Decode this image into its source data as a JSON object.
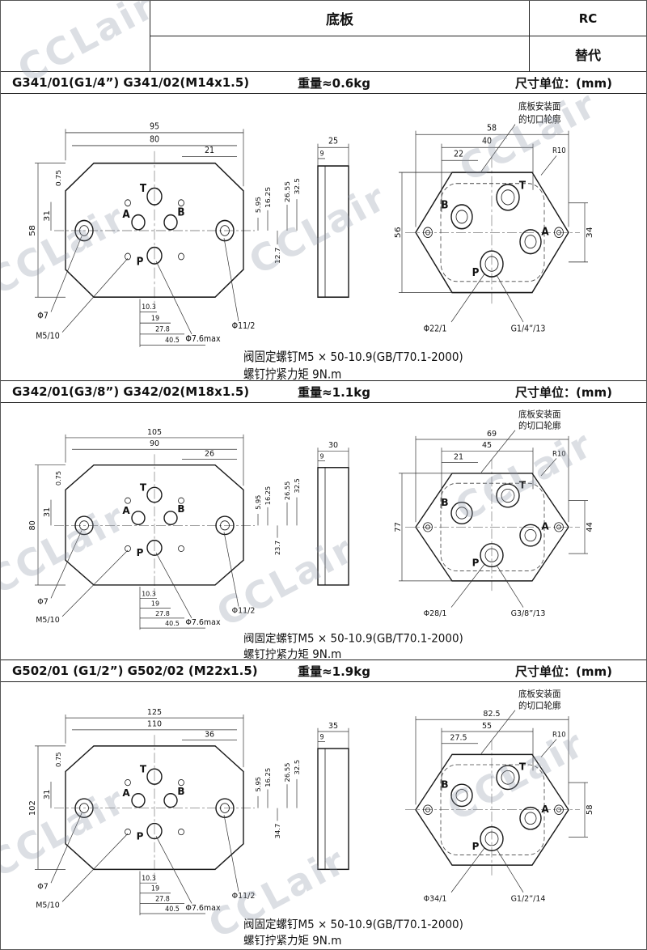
{
  "watermark": "CCLair",
  "header": {
    "title": "底板",
    "code": "RC",
    "replace": "替代"
  },
  "sections": [
    {
      "model": "G341/01(G1/4”)  G341/02(M14x1.5)",
      "weight": "重量≈0.6kg",
      "unit": "尺寸单位：(mm)",
      "note1": "阀固定螺钉M5 × 50-10.9(GB/T70.1-2000)",
      "note2": "螺钉拧紧力矩 9N.m",
      "front": {
        "dim_width": "95",
        "dim_inner": "80",
        "dim_offset": "21",
        "dim_t1": "0.75",
        "dim_t2": "31",
        "dim_height": "58",
        "dim_b1": "10.3",
        "dim_b2": "19",
        "dim_b3": "27.8",
        "dim_b4": "40.5",
        "dim_r1": "5.95",
        "dim_r2": "16.25",
        "dim_r3": "12.7",
        "dim_r4": "26.55",
        "dim_r5": "32.5",
        "lbl_hole": "Φ7",
        "lbl_screw": "M5/10",
        "lbl_pmax": "Φ7.6max",
        "lbl_p11": "Φ11/2",
        "port_t": "T",
        "port_a": "A",
        "port_b": "B",
        "port_p": "P"
      },
      "side": {
        "dim_w": "25",
        "dim_step": "9"
      },
      "back": {
        "dim_width": "58",
        "dim_inner": "40",
        "dim_offset": "22",
        "dim_height": "56",
        "dim_right": "34",
        "radius": "R10",
        "lbl_hole": "Φ22/1",
        "lbl_port": "G1/4”/13",
        "port_t": "T",
        "port_a": "A",
        "port_b": "B",
        "port_p": "P",
        "ann1": "底板安装面",
        "ann2": "的切口轮廓"
      }
    },
    {
      "model": "G342/01(G3/8”)  G342/02(M18x1.5)",
      "weight": "重量≈1.1kg",
      "unit": "尺寸单位：(mm)",
      "note1": "阀固定螺钉M5 × 50-10.9(GB/T70.1-2000)",
      "note2": "螺钉拧紧力矩 9N.m",
      "front": {
        "dim_width": "105",
        "dim_inner": "90",
        "dim_offset": "26",
        "dim_t1": "0.75",
        "dim_t2": "31",
        "dim_height": "80",
        "dim_b1": "10.3",
        "dim_b2": "19",
        "dim_b3": "27.8",
        "dim_b4": "40.5",
        "dim_r1": "5.95",
        "dim_r2": "16.25",
        "dim_r3": "23.7",
        "dim_r4": "26.55",
        "dim_r5": "32.5",
        "lbl_hole": "Φ7",
        "lbl_screw": "M5/10",
        "lbl_pmax": "Φ7.6max",
        "lbl_p11": "Φ11/2",
        "port_t": "T",
        "port_a": "A",
        "port_b": "B",
        "port_p": "P"
      },
      "side": {
        "dim_w": "30",
        "dim_step": "9"
      },
      "back": {
        "dim_width": "69",
        "dim_inner": "45",
        "dim_offset": "21",
        "dim_height": "77",
        "dim_right": "44",
        "radius": "R10",
        "lbl_hole": "Φ28/1",
        "lbl_port": "G3/8”/13",
        "port_t": "T",
        "port_a": "A",
        "port_b": "B",
        "port_p": "P",
        "ann1": "底板安装面",
        "ann2": "的切口轮廓"
      }
    },
    {
      "model": "G502/01 (G1/2”)  G502/02 (M22x1.5)",
      "weight": "重量≈1.9kg",
      "unit": "尺寸单位：(mm)",
      "note1": "阀固定螺钉M5 × 50-10.9(GB/T70.1-2000)",
      "note2": "螺钉拧紧力矩 9N.m",
      "front": {
        "dim_width": "125",
        "dim_inner": "110",
        "dim_offset": "36",
        "dim_t1": "0.75",
        "dim_t2": "31",
        "dim_height": "102",
        "dim_b1": "10.3",
        "dim_b2": "19",
        "dim_b3": "27.8",
        "dim_b4": "40.5",
        "dim_r1": "5.95",
        "dim_r2": "16.25",
        "dim_r3": "34.7",
        "dim_r4": "26.55",
        "dim_r5": "32.5",
        "lbl_hole": "Φ7",
        "lbl_screw": "M5/10",
        "lbl_pmax": "Φ7.6max",
        "lbl_p11": "Φ11/2",
        "port_t": "T",
        "port_a": "A",
        "port_b": "B",
        "port_p": "P"
      },
      "side": {
        "dim_w": "35",
        "dim_step": "9"
      },
      "back": {
        "dim_width": "82.5",
        "dim_inner": "55",
        "dim_offset": "27.5",
        "dim_height": "",
        "dim_right": "58",
        "radius": "R10",
        "lbl_hole": "Φ34/1",
        "lbl_port": "G1/2”/14",
        "port_t": "T",
        "port_a": "A",
        "port_b": "B",
        "port_p": "P",
        "ann1": "底板安装面",
        "ann2": "的切口轮廓"
      }
    }
  ]
}
